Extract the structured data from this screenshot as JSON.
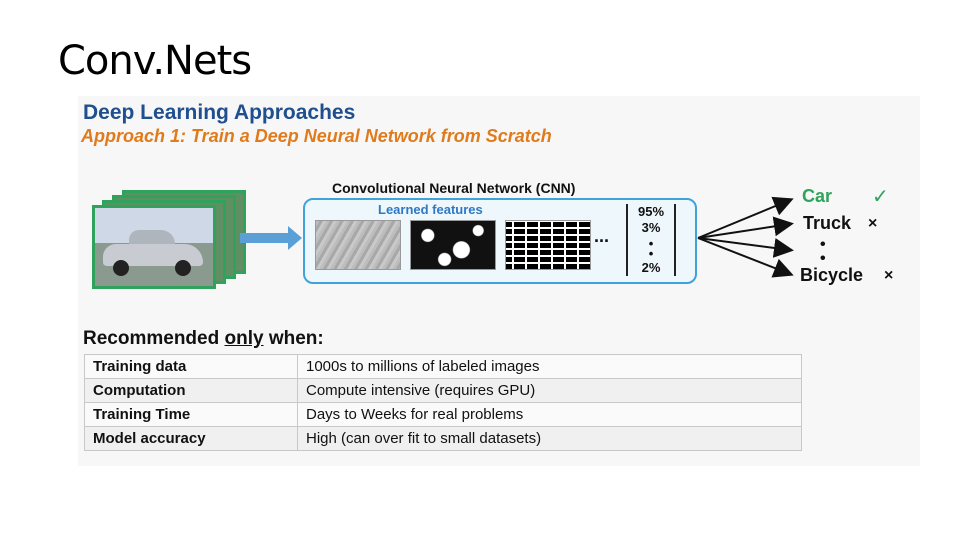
{
  "slide": {
    "title": "Conv.Nets"
  },
  "figure": {
    "heading": "Deep Learning Approaches",
    "subheading": "Approach 1: Train a Deep Neural Network from Scratch",
    "cnn_caption": "Convolutional Neural Network (CNN)",
    "learned_features": "Learned features",
    "ellipsis": "...",
    "output_vector": {
      "top": "95%",
      "second": "3%",
      "dot": "•",
      "bottom": "2%"
    },
    "labels": {
      "car": "Car",
      "truck": "Truck",
      "bicycle": "Bicycle",
      "check": "✓",
      "cross": "×",
      "dot": "•"
    },
    "recommend": {
      "prefix": "Recommended ",
      "emph": "only",
      "suffix": " when:"
    },
    "table": [
      {
        "key": "Training data",
        "value": "1000s to millions of labeled images"
      },
      {
        "key": "Computation",
        "value": "Compute intensive (requires GPU)"
      },
      {
        "key": "Training Time",
        "value": "Days to Weeks for real problems"
      },
      {
        "key": "Model accuracy",
        "value": "High (can over fit to small datasets)"
      }
    ],
    "colors": {
      "heading": "#1f4f8f",
      "subheading": "#e07b1c",
      "cnn_border": "#3fa3d9",
      "car_label": "#2fa35b",
      "frame": "#2fa35b"
    }
  }
}
